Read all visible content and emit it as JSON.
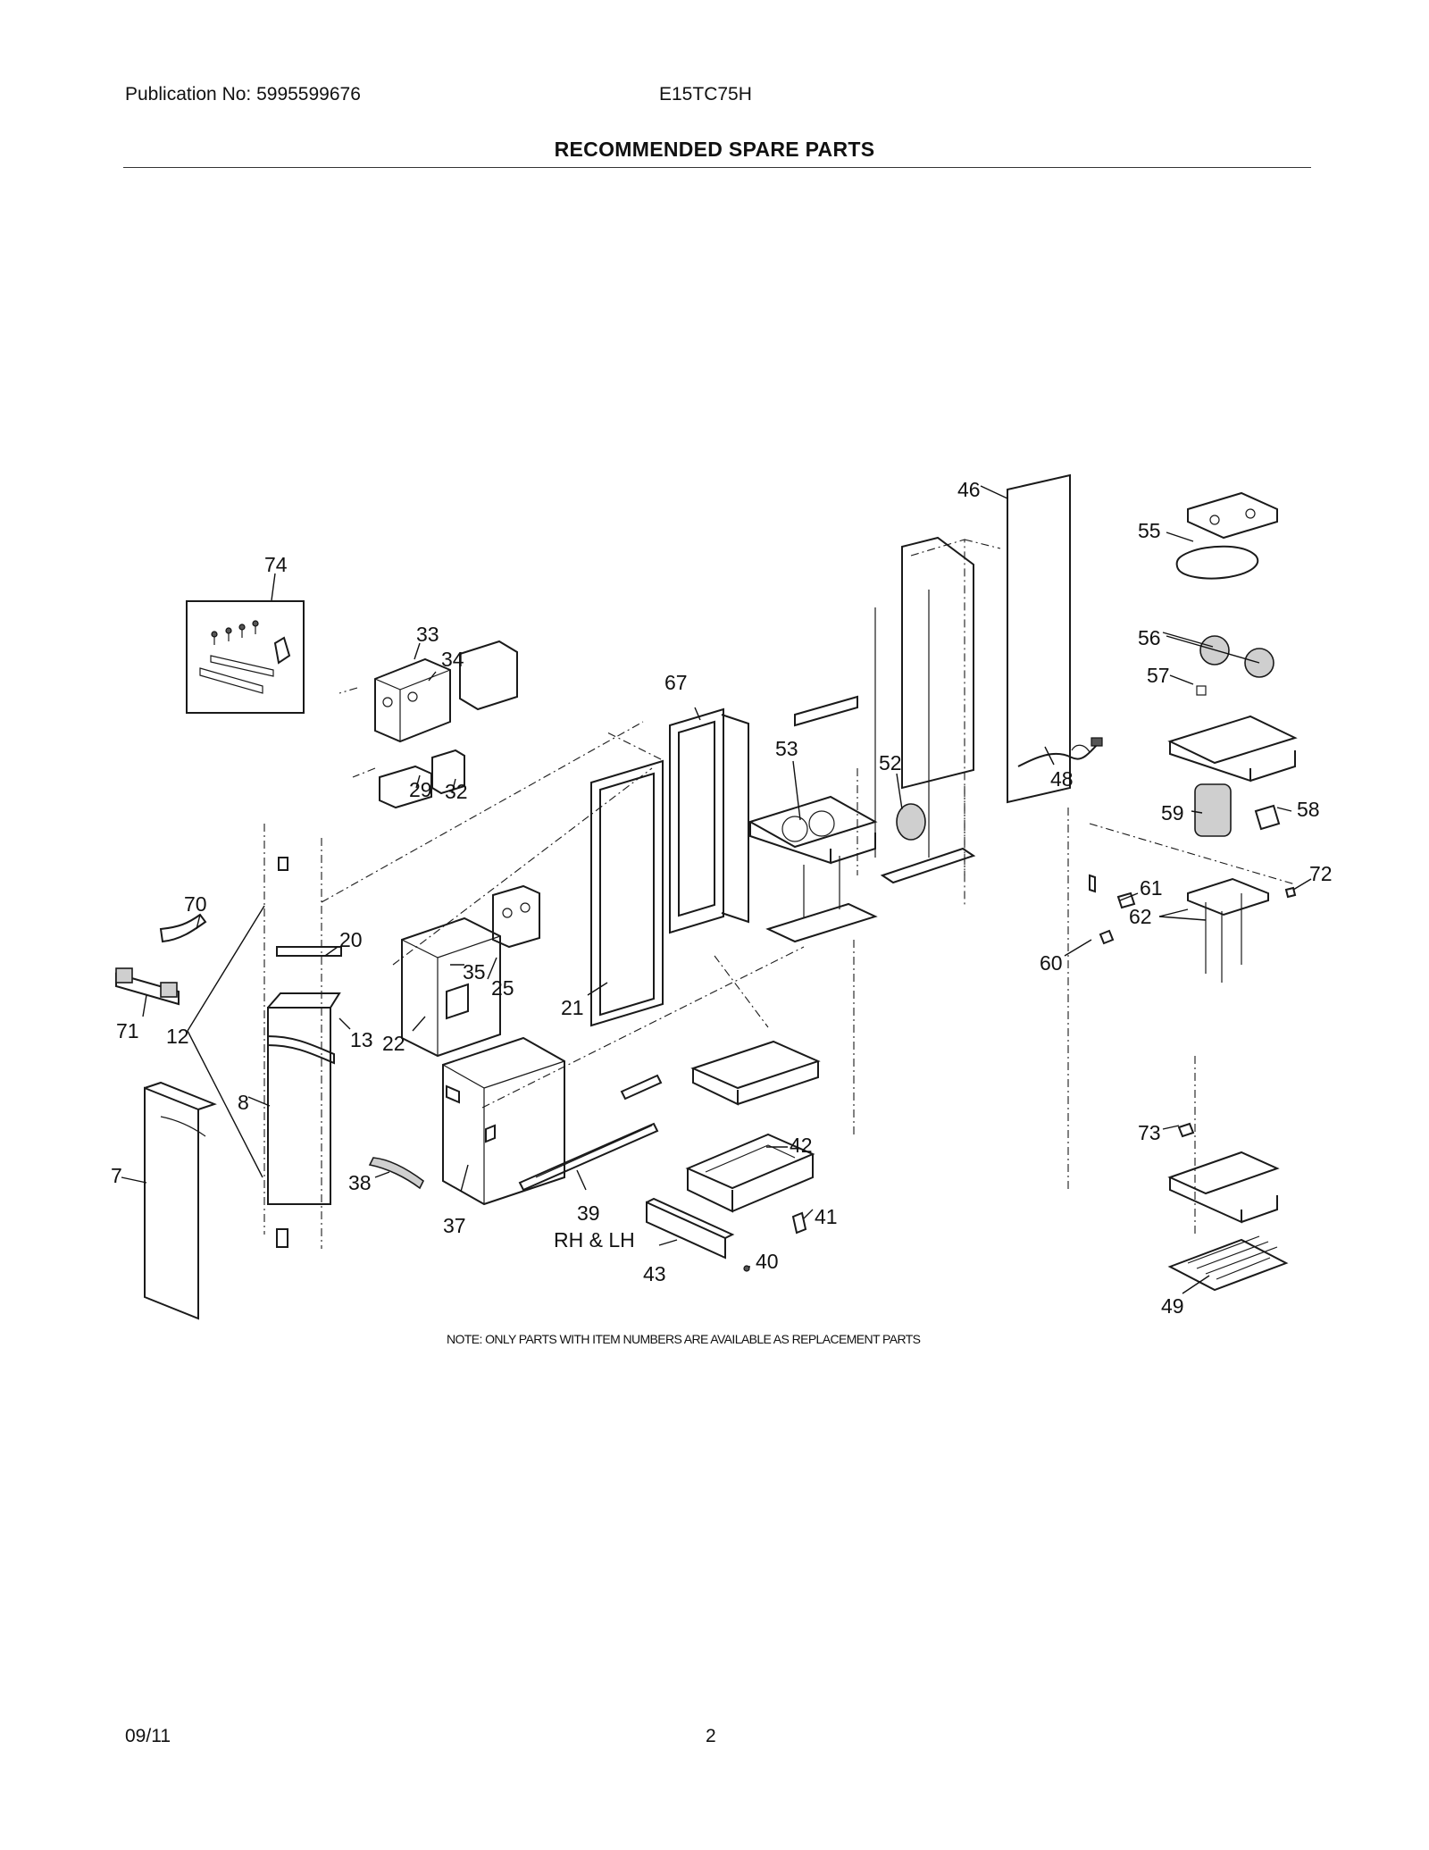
{
  "header": {
    "publication": "Publication No: 5995599676",
    "model": "E15TC75H",
    "title": "RECOMMENDED SPARE PARTS"
  },
  "diagram": {
    "callouts": {
      "c74": "74",
      "c33": "33",
      "c34": "34",
      "c29": "29",
      "c32": "32",
      "c67": "67",
      "c53": "53",
      "c52": "52",
      "c48": "48",
      "c46": "46",
      "c55": "55",
      "c56": "56",
      "c57": "57",
      "c58": "58",
      "c59": "59",
      "c61": "61",
      "c62": "62",
      "c72": "72",
      "c60": "60",
      "c70": "70",
      "c20": "20",
      "c71": "71",
      "c12": "12",
      "c13": "13",
      "c35": "35",
      "c25": "25",
      "c22": "22",
      "c21": "21",
      "c8": "8",
      "c7": "7",
      "c38": "38",
      "c37": "37",
      "c39": "39",
      "c39b": "RH & LH",
      "c42": "42",
      "c41": "41",
      "c40": "40",
      "c43": "43",
      "c73": "73",
      "c49": "49"
    },
    "note": "NOTE: ONLY PARTS WITH ITEM NUMBERS ARE AVAILABLE AS REPLACEMENT PARTS"
  },
  "footer": {
    "date": "09/11",
    "page": "2"
  }
}
